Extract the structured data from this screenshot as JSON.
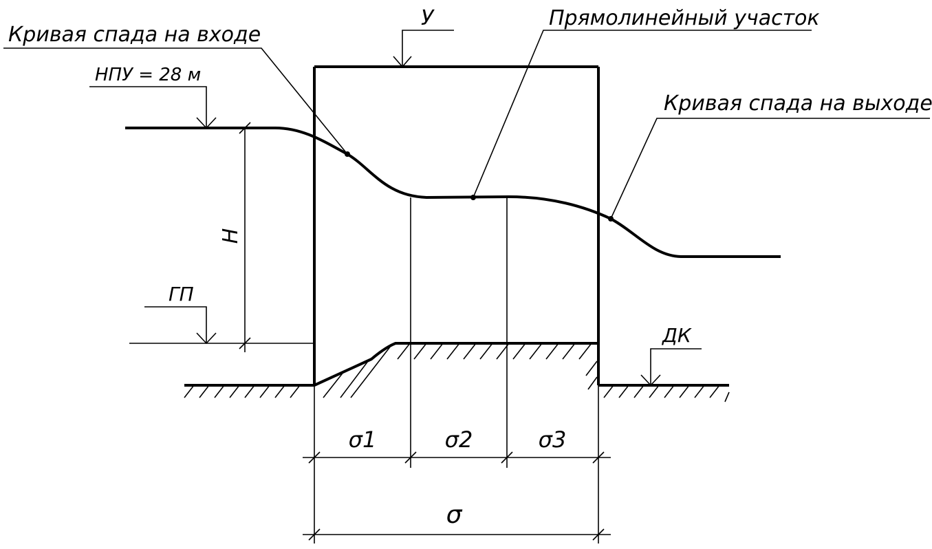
{
  "labels": {
    "inlet_curve": "Кривая спада на входе",
    "straight_section": "Прямолинейный участок",
    "outlet_curve": "Кривая спада на выходе",
    "level_y": "У",
    "npu": "НПУ = 28 м",
    "height": "Н",
    "gp": "ГП",
    "dk": "ДК",
    "sigma1": "σ1",
    "sigma2": "σ2",
    "sigma3": "σ3",
    "sigma": "σ"
  },
  "colors": {
    "line": "#000000",
    "background": "#ffffff"
  }
}
